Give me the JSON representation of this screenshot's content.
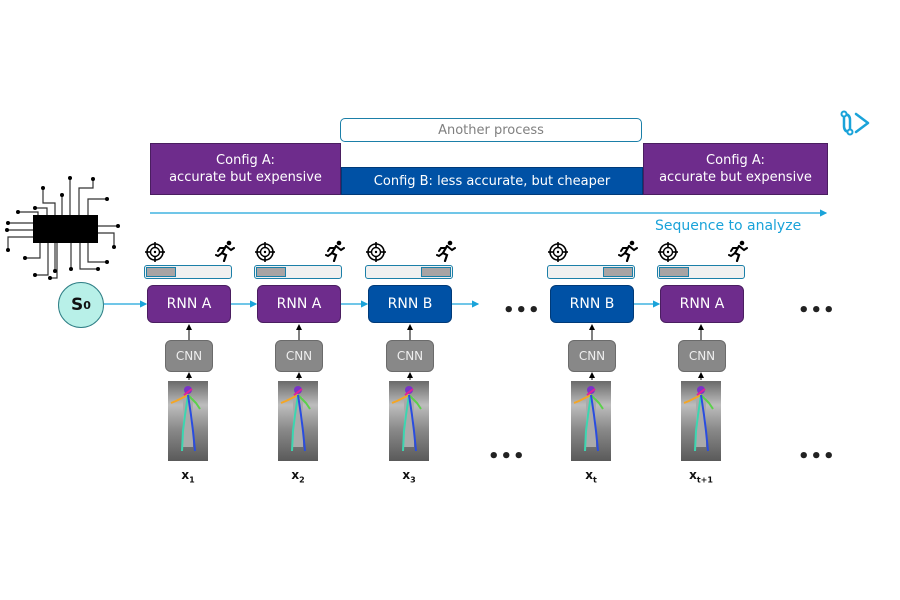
{
  "timeline": {
    "another_process": "Another process",
    "configs": [
      {
        "id": "config-a-1",
        "line1": "Config A:",
        "line2": "accurate but expensive"
      },
      {
        "id": "config-b",
        "line1": "Config B: less accurate, but cheaper",
        "line2": ""
      },
      {
        "id": "config-a-2",
        "line1": "Config A:",
        "line2": "accurate but expensive"
      }
    ],
    "sequence_label": "Sequence to analyze"
  },
  "initial_state": {
    "label": "S",
    "subscript": "0"
  },
  "steps": [
    {
      "rnn": "RNN A",
      "type": "A",
      "cnn": "CNN",
      "accuracy_fraction": 0.35,
      "fill_side": "left",
      "x_label": "x",
      "x_sub": "1"
    },
    {
      "rnn": "RNN A",
      "type": "A",
      "cnn": "CNN",
      "accuracy_fraction": 0.35,
      "fill_side": "left",
      "x_label": "x",
      "x_sub": "2"
    },
    {
      "rnn": "RNN B",
      "type": "B",
      "cnn": "CNN",
      "accuracy_fraction": 0.35,
      "fill_side": "right",
      "x_label": "x",
      "x_sub": "3"
    },
    {
      "rnn": "RNN B",
      "type": "B",
      "cnn": "CNN",
      "accuracy_fraction": 0.35,
      "fill_side": "right",
      "x_label": "x",
      "x_sub": "t"
    },
    {
      "rnn": "RNN A",
      "type": "A",
      "cnn": "CNN",
      "accuracy_fraction": 0.35,
      "fill_side": "left",
      "x_label": "x",
      "x_sub": "t+1"
    }
  ],
  "ellipsis": "•••",
  "icons": {
    "chip": "microchip-icon",
    "target": "crosshair-target-icon",
    "runner": "running-person-icon",
    "route": "route-play-icon"
  },
  "colors": {
    "config_a": "#6e2c8c",
    "config_b": "#0051a5",
    "accent": "#1aa3d9",
    "cnn": "#888888",
    "state": "#b8f0e8"
  }
}
